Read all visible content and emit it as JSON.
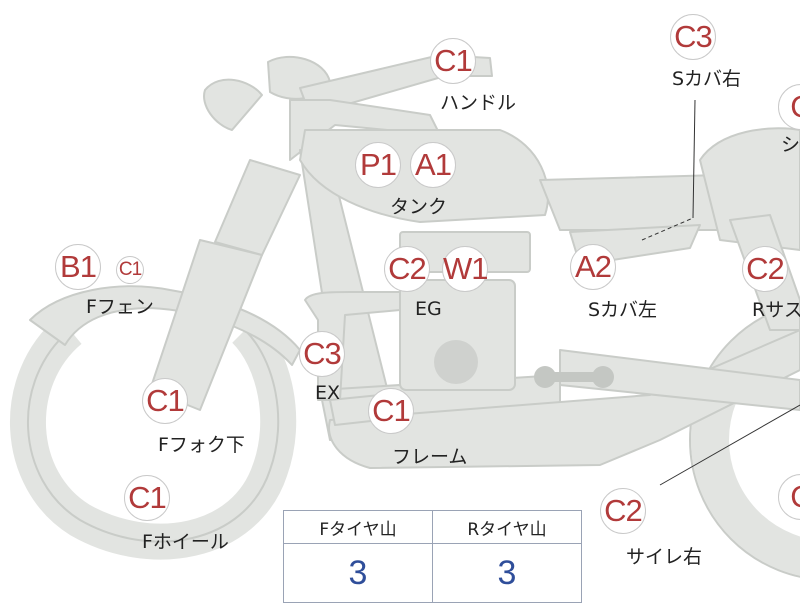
{
  "colors": {
    "part_fill": "#e2e4e1",
    "part_stroke": "#c9ccc8",
    "grade_text": "#b13a3a",
    "value_text": "#2f4e9a",
    "table_border": "#9aa3b5"
  },
  "parts": {
    "handle": {
      "grade": "C1",
      "label": "ハンドル"
    },
    "seat_cover_r": {
      "grade": "C3",
      "label": "Sカバ右"
    },
    "seat": {
      "grade": "C",
      "label": "シ"
    },
    "tank": {
      "grade_1": "P1",
      "grade_2": "A1",
      "label": "タンク"
    },
    "f_fender": {
      "grade_1": "B1",
      "grade_2": "C1",
      "label": "Fフェン"
    },
    "engine": {
      "grade_1": "C2",
      "grade_2": "W1",
      "label": "EG"
    },
    "seat_cover_l": {
      "grade": "A2",
      "label": "Sカバ左"
    },
    "r_suspension": {
      "grade": "C2",
      "label": "Rサス"
    },
    "exhaust": {
      "grade": "C3",
      "label": "EX"
    },
    "f_fork": {
      "grade": "C1",
      "label": "Fフォク下"
    },
    "frame": {
      "grade": "C1",
      "label": "フレーム"
    },
    "f_wheel": {
      "grade": "C1",
      "label": "Fホイール"
    },
    "silencer_r": {
      "grade": "C2",
      "label": "サイレ右"
    },
    "r_wheel": {
      "grade": "C"
    }
  },
  "tires": {
    "front_header": "Fタイヤ山",
    "rear_header": "Rタイヤ山",
    "front_value": "3",
    "rear_value": "3"
  }
}
